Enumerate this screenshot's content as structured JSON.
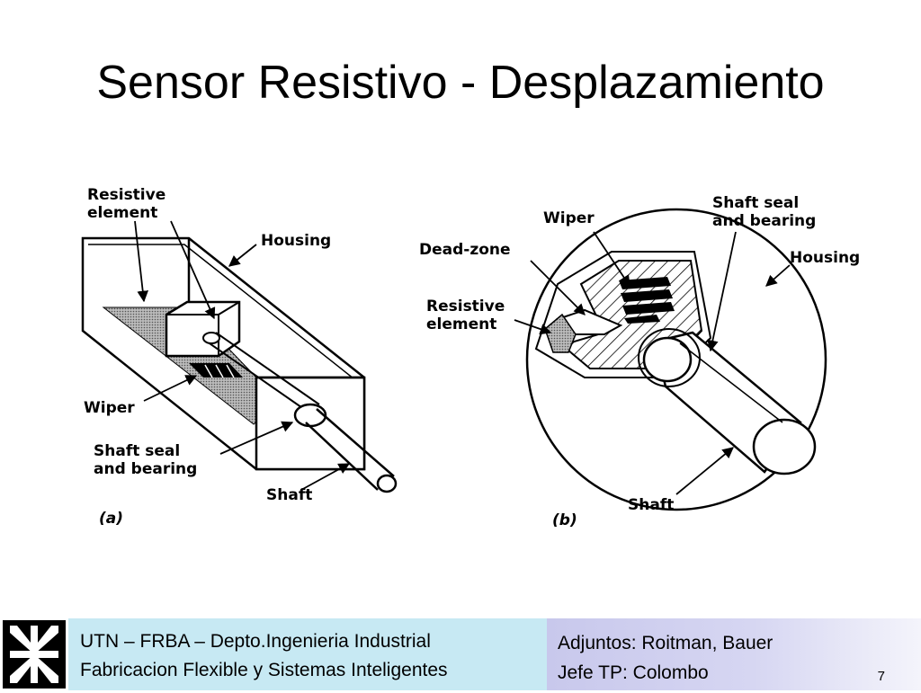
{
  "slide": {
    "title": "Sensor Resistivo - Desplazamiento"
  },
  "figure_a": {
    "resistive_element": [
      "Resistive",
      "element"
    ],
    "housing": "Housing",
    "wiper": "Wiper",
    "shaft_seal": [
      "Shaft seal",
      "and bearing"
    ],
    "shaft": "Shaft",
    "caption": "(a)"
  },
  "figure_b": {
    "wiper": "Wiper",
    "shaft_seal": [
      "Shaft seal",
      "and bearing"
    ],
    "housing": "Housing",
    "dead_zone": "Dead-zone",
    "resistive_element": [
      "Resistive",
      "element"
    ],
    "shaft": "Shaft",
    "caption": "(b)"
  },
  "footer": {
    "left_line1": "UTN – FRBA – Depto.Ingenieria Industrial",
    "left_line2": "Fabricacion Flexible y Sistemas Inteligentes",
    "right_line1": "Adjuntos: Roitman, Bauer",
    "right_line2": "Jefe TP: Colombo",
    "page_number": "7"
  },
  "colors": {
    "footer_left_bg": "#c7e9f3",
    "footer_right_bg": "#c8c8ec",
    "logo_bg": "#000000"
  }
}
